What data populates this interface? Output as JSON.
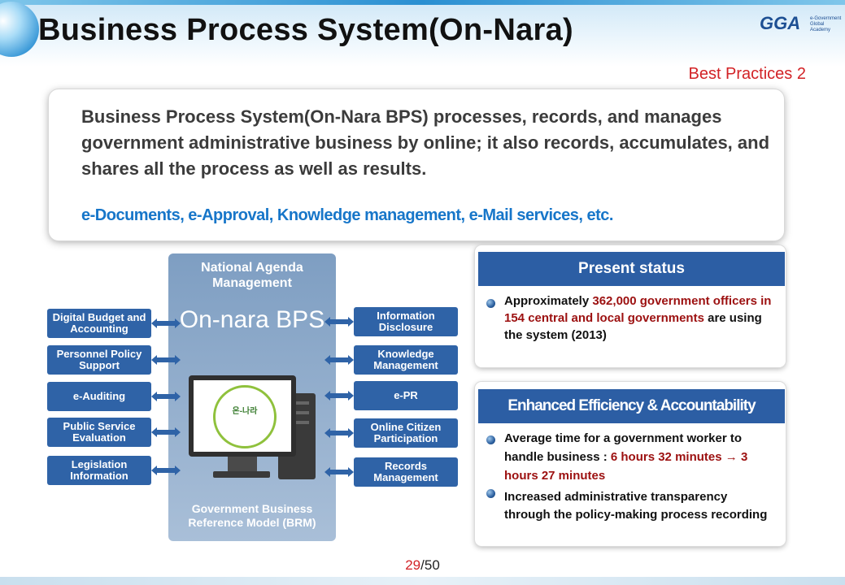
{
  "header": {
    "title": "Business Process System(On-Nara)",
    "best_practices": "Best Practices 2",
    "logo_text": "GGA",
    "logo_subtext": "e-Government Global Academy"
  },
  "summary": {
    "text": "Business Process System(On-Nara BPS) processes, records, and manages government administrative business by online; it also records, accumulates, and shares all the process as well as results.",
    "bullet_marker": "",
    "bullet": "e-Documents, e-Approval, Knowledge management, e-Mail services, etc."
  },
  "diagram": {
    "top_label": "National Agenda Management",
    "center_label": "On-nara BPS",
    "bottom_label": "Government Business Reference Model (BRM)",
    "badge_text": "온-나라",
    "left_modules": [
      "Digital Budget and Accounting",
      "Personnel Policy Support",
      "e-Auditing",
      "Public Service Evaluation",
      "Legislation Information"
    ],
    "right_modules": [
      "Information Disclosure",
      "Knowledge Management",
      "e-PR",
      "Online Citizen Participation",
      "Records Management"
    ],
    "colors": {
      "module": "#2f63a7",
      "column": "#8aa8c9",
      "arrow": "#2f63a7"
    }
  },
  "present_status": {
    "title": "Present status",
    "text_before": "Approximately ",
    "text_highlight": "362,000 government officers in 154 central and local governments",
    "text_after": " are using the system (2013)"
  },
  "efficiency": {
    "title": "Enhanced Efficiency & Accountability",
    "item1_before": "Average time for a government worker to handle business : ",
    "item1_highlight_a": "6 hours 32 minutes",
    "item1_arrow": " → ",
    "item1_highlight_b": "3 hours 27 minutes",
    "item2": "Increased administrative transparency through the policy-making process recording"
  },
  "footer": {
    "current": "29",
    "total": "/50"
  },
  "colors": {
    "accent_red": "#d22226",
    "highlight": "#9c1010",
    "blue_text": "#1776c9",
    "panel_header": "#2c5ea4"
  }
}
